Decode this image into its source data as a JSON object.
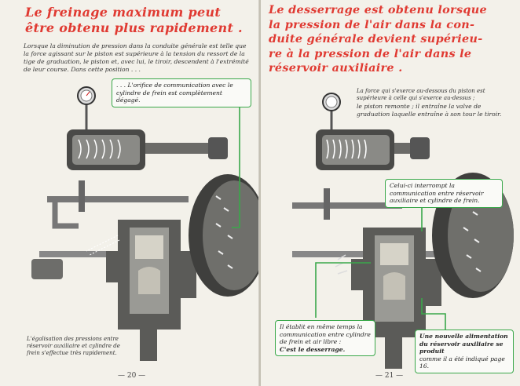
{
  "left_page": {
    "headline_lines": [
      "Le freinage maximum peut",
      "être obtenu plus rapidement ."
    ],
    "intro": "Lorsque la diminution de pression dans la conduite générale est telle que la force agissant sur le piston est supérieure à la tension du ressort de la tige de graduation, le piston et, avec lui, le tiroir, descendent à l'extrémité de leur course. Dans cette position . . .",
    "callout": ". . . L'orifice de communication avec le cylindre de frein est complètement dégagé.",
    "caption": "L'égalisation des pressions entre réservoir auxiliaire et cylindre de frein s'effectue très rapidement.",
    "page_number": "— 20 —"
  },
  "right_page": {
    "headline_lines": [
      "Le desserrage est obtenu lorsque",
      "la pression de l'air dans la con-",
      "duite générale devient supérieu-",
      "re à la pression de l'air dans le",
      "réservoir auxiliaire ."
    ],
    "intro_a": "La force qui s'exerce au-dessous du piston est supérieure à celle qui s'exerce au-dessus ;",
    "intro_b": "le piston remonte ; il entraîne la valve de graduation laquelle entraîne à son tour le tiroir.",
    "callout_top": "Celui-ci interrompt la communication entre réservoir auxiliaire et cylindre de frein.",
    "callout_left": "Il établit en même temps la communication entre cylindre de frein et air libre :",
    "callout_left_bold": "C'est le desserrage.",
    "callout_right_a": "Une nouvelle alimentation du réservoir auxiliaire se produit",
    "callout_right_b": "comme il a été indiqué page 16.",
    "page_number": "— 21 —"
  },
  "colors": {
    "headline": "#e03a32",
    "callout_border": "#3aa84a",
    "paper": "#f3f1ea"
  }
}
